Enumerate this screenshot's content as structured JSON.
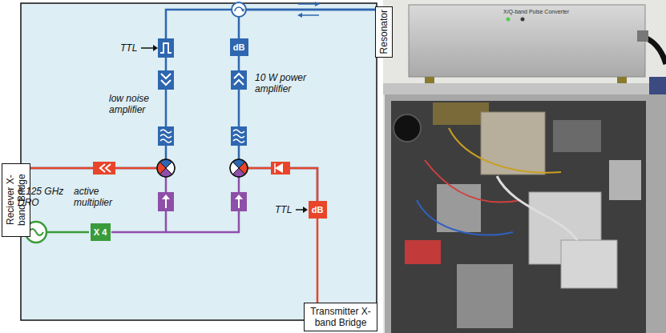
{
  "diagram": {
    "nodes": [
      {
        "text": [
          "Resonator"
        ]
      },
      {
        "text": [
          "dB"
        ]
      },
      {
        "text": [
          "Reciever X-band Bridge"
        ]
      },
      {
        "text": [
          "X 4"
        ]
      },
      {
        "text": [
          "dB"
        ]
      },
      {
        "text": [
          "Transmitter X-band Bridge"
        ]
      }
    ],
    "edges": [
      {
        "from": 5,
        "to": 4,
        "arrow": "none"
      },
      {
        "from": 4,
        "to": 1,
        "arrow": "none"
      },
      {
        "from": 1,
        "to": 0,
        "arrow": "none"
      },
      {
        "from": 0,
        "to": 2,
        "arrow": "none"
      }
    ],
    "labels": [
      "TTL",
      "low noise amplifier",
      "10 W power amplifier",
      "6.125 GHz DRO",
      "active multiplier",
      "TTL",
      "X/Q-band Pulse Converter"
    ]
  }
}
